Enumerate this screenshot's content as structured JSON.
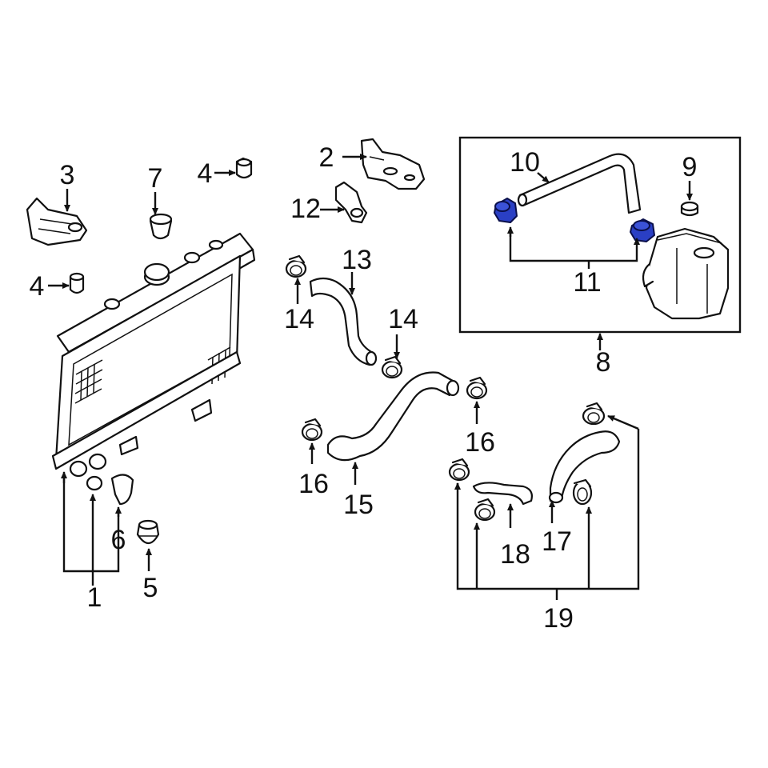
{
  "diagram": {
    "callouts": {
      "c1": "1",
      "c2": "2",
      "c3": "3",
      "c4a": "4",
      "c4b": "4",
      "c5": "5",
      "c6": "6",
      "c7": "7",
      "c8": "8",
      "c9": "9",
      "c10": "10",
      "c11": "11",
      "c12": "12",
      "c13": "13",
      "c14a": "14",
      "c14b": "14",
      "c15": "15",
      "c16a": "16",
      "c16b": "16",
      "c17": "17",
      "c18": "18",
      "c19": "19"
    },
    "colors": {
      "line": "#111111",
      "highlight": "#2437b8",
      "background": "#ffffff"
    }
  }
}
